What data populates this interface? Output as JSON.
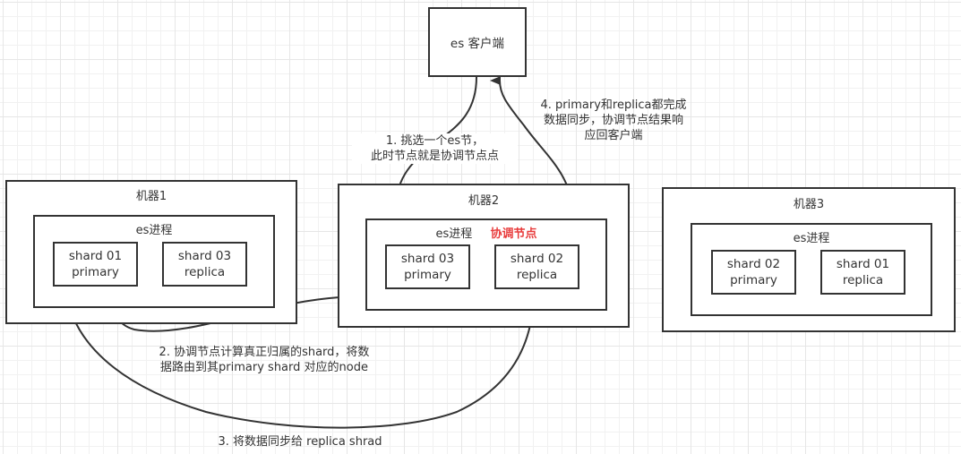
{
  "client": {
    "label": "es 客户端"
  },
  "machines": [
    {
      "label": "机器1",
      "process": {
        "label": "es进程",
        "coordinator_tag": ""
      },
      "shards": [
        {
          "line1": "shard 01",
          "line2": "primary"
        },
        {
          "line1": "shard 03",
          "line2": "replica"
        }
      ]
    },
    {
      "label": "机器2",
      "process": {
        "label": "es进程",
        "coordinator_tag": "协调节点"
      },
      "shards": [
        {
          "line1": "shard 03",
          "line2": "primary"
        },
        {
          "line1": "shard 02",
          "line2": "replica"
        }
      ]
    },
    {
      "label": "机器3",
      "process": {
        "label": "es进程",
        "coordinator_tag": ""
      },
      "shards": [
        {
          "line1": "shard 02",
          "line2": "primary"
        },
        {
          "line1": "shard 01",
          "line2": "replica"
        }
      ]
    }
  ],
  "steps": [
    {
      "line1": "1. 挑选一个es节，",
      "line2": "此时节点就是协调节点点"
    },
    {
      "line1": "2. 协调节点计算真正归属的shard，将数",
      "line2": "据路由到其primary shard 对应的node"
    },
    {
      "line1": "3. 将数据同步给 replica shrad",
      "line2": ""
    },
    {
      "line1": "4. primary和replica都完成",
      "line2": "数据同步，协调节点结果响",
      "line3": "应回客户端"
    }
  ],
  "colors": {
    "stroke": "#333333",
    "coordinator": "#e83c3c",
    "grid": "#e6e6e6"
  }
}
